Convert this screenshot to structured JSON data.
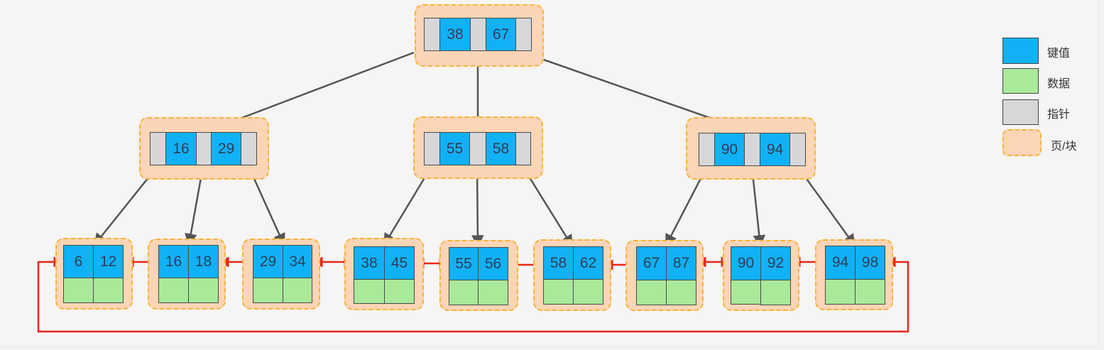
{
  "root": {
    "keys": [
      "38",
      "67"
    ]
  },
  "internal": [
    {
      "keys": [
        "16",
        "29"
      ]
    },
    {
      "keys": [
        "55",
        "58"
      ]
    },
    {
      "keys": [
        "90",
        "94"
      ]
    }
  ],
  "leaves": [
    {
      "keys": [
        "6",
        "12"
      ]
    },
    {
      "keys": [
        "16",
        "18"
      ]
    },
    {
      "keys": [
        "29",
        "34"
      ]
    },
    {
      "keys": [
        "38",
        "45"
      ]
    },
    {
      "keys": [
        "55",
        "56"
      ]
    },
    {
      "keys": [
        "58",
        "62"
      ]
    },
    {
      "keys": [
        "67",
        "87"
      ]
    },
    {
      "keys": [
        "90",
        "92"
      ]
    },
    {
      "keys": [
        "94",
        "98"
      ]
    }
  ],
  "legend": {
    "key": "键值",
    "data": "数据",
    "pointer": "指针",
    "page": "页/块"
  },
  "colors": {
    "key": "#11b1f5",
    "data": "#a9e99a",
    "pointer": "#d7d7d9",
    "page_fill": "#fbd5b5",
    "page_border": "#f5b335",
    "tree_edge": "#555555",
    "leaf_link": "#e8261b"
  }
}
